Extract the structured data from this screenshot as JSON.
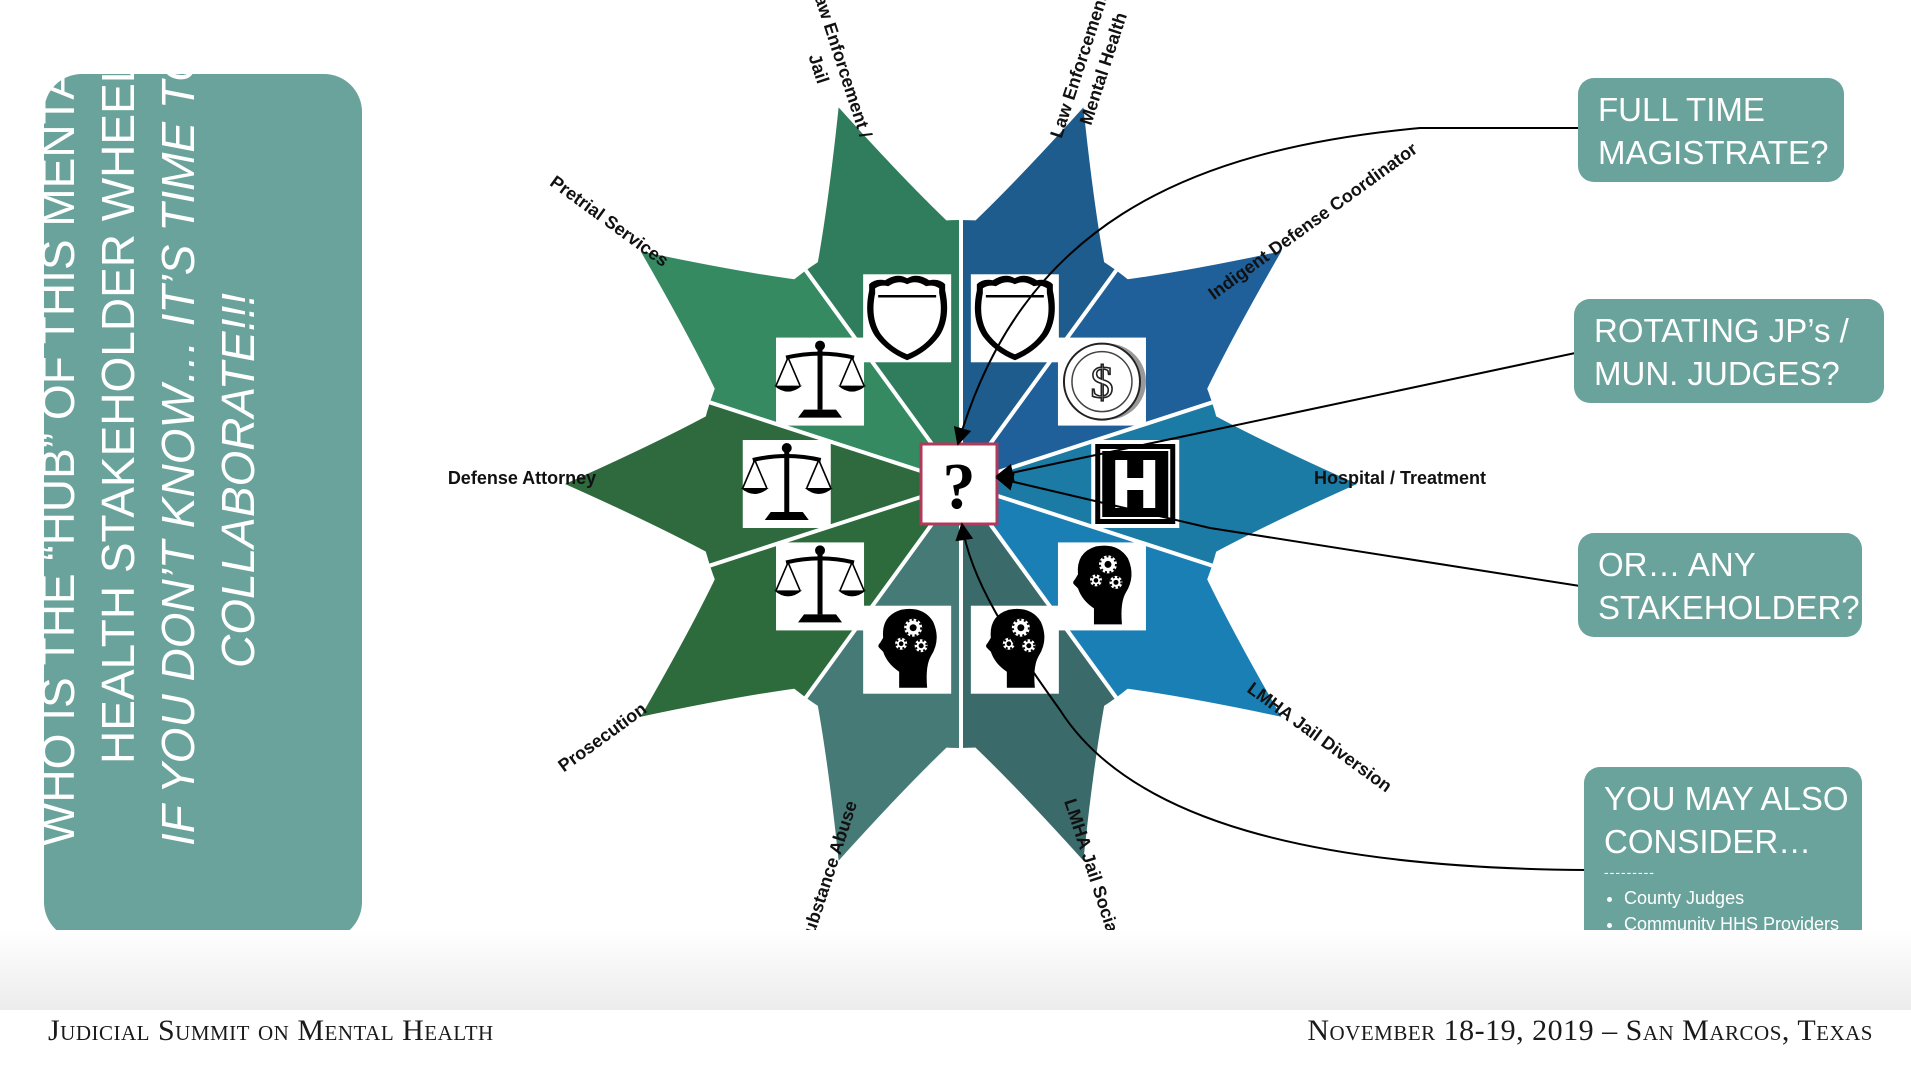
{
  "title_panel": {
    "line1": "WHO IS THE “HUB” OF THIS MENTAL",
    "line2": "HEALTH STAKEHOLDER WHEEL?",
    "line3": "IF YOU DON’T KNOW… IT’S TIME TO",
    "line4": "COLLABORATE!!!",
    "background": "#6aa39b"
  },
  "wheel": {
    "hub_symbol": "?",
    "hub_icon": "question-mark",
    "sectors": [
      {
        "label_lines": [
          "Law Enforcement /",
          "Mental Health"
        ],
        "icon": "shield-icon",
        "color": "#1d5c8c"
      },
      {
        "label_lines": [
          "Indigent Defense Coordinator"
        ],
        "icon": "coin-dollar-icon",
        "color": "#1f609a"
      },
      {
        "label_lines": [
          "Hospital / Treatment"
        ],
        "icon": "hospital-icon",
        "color": "#1b7ba4"
      },
      {
        "label_lines": [
          "LMHA Jail Diversion"
        ],
        "icon": "head-gears-icon",
        "color": "#197fb4"
      },
      {
        "label_lines": [
          "LMHA Jail Social Worker"
        ],
        "icon": "head-gears-icon",
        "color": "#3a6a6a"
      },
      {
        "label_lines": [
          "LMHA Substance Abuse"
        ],
        "icon": "head-gears-icon",
        "color": "#457a77"
      },
      {
        "label_lines": [
          "Prosecution"
        ],
        "icon": "scales-icon",
        "color": "#2d6b3d"
      },
      {
        "label_lines": [
          "Defense Attorney"
        ],
        "icon": "scales-icon",
        "color": "#2f6a3e"
      },
      {
        "label_lines": [
          "Pretrial Services"
        ],
        "icon": "scales-icon",
        "color": "#358a62"
      },
      {
        "label_lines": [
          "Law Enforcement /",
          "Jail"
        ],
        "icon": "shield-icon",
        "color": "#2f7d5c"
      }
    ]
  },
  "callouts": {
    "magistrate": {
      "lines": [
        "FULL TIME",
        "MAGISTRATE?"
      ]
    },
    "rotating": {
      "lines": [
        "ROTATING JP’s /",
        "MUN. JUDGES?"
      ]
    },
    "any": {
      "lines": [
        "OR… ANY",
        "STAKEHOLDER?"
      ]
    },
    "consider": {
      "lines": [
        "YOU MAY ALSO",
        "CONSIDER…"
      ],
      "separator": "---------",
      "items": [
        "County Judges",
        "Community HHS Providers"
      ]
    }
  },
  "footer": {
    "left": "Judicial Summit on Mental Health",
    "right": "November 18-19, 2019 – San Marcos, Texas"
  },
  "colors": {
    "callout": "#6aa39b",
    "hub_border": "#b03a5b",
    "arrow": "#000000"
  }
}
